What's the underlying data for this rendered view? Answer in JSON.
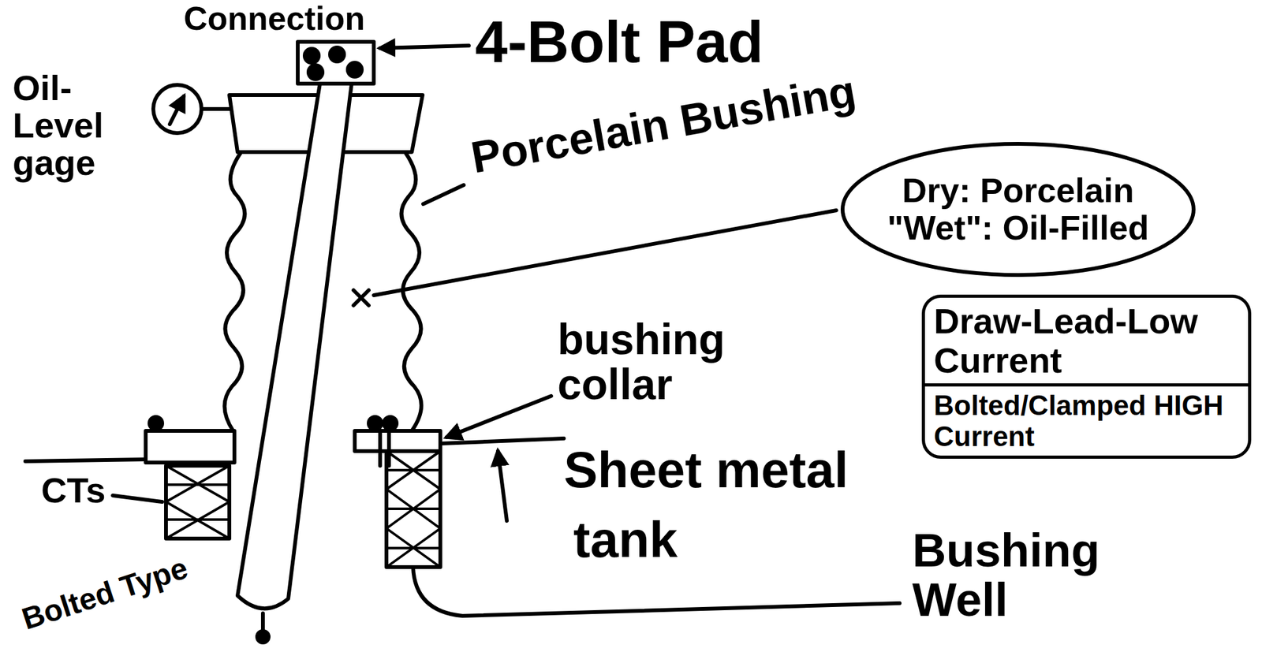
{
  "diagram": {
    "nodes": [
      {
        "text": [
          "Dry: Porcelain",
          "\"Wet\": Oil-Filled"
        ]
      },
      {
        "text": [
          "Draw-Lead-Low Current",
          "Bolted/Clamped HIGH Current"
        ]
      }
    ],
    "labels": [
      "Connection",
      "4-Bolt Pad",
      "Oil-Level gage",
      "Porcelain Bushing",
      "bushing collar",
      "Sheet metal",
      "tank",
      "Bushing Well",
      "CTs",
      "Bolted Type"
    ]
  }
}
